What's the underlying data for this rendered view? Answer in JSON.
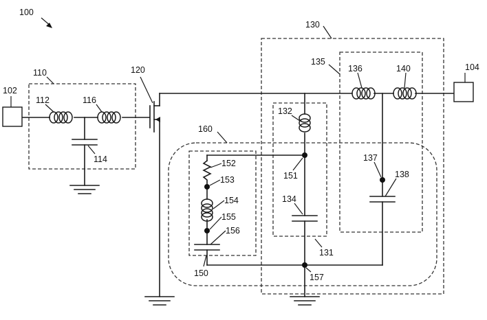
{
  "figure": {
    "label": "100",
    "labels": {
      "l100": "100",
      "l102": "102",
      "l104": "104",
      "l110": "110",
      "l112": "112",
      "l114": "114",
      "l116": "116",
      "l120": "120",
      "l130": "130",
      "l131": "131",
      "l132": "132",
      "l134": "134",
      "l135": "135",
      "l136": "136",
      "l137": "137",
      "l138": "138",
      "l140": "140",
      "l150": "150",
      "l151": "151",
      "l152": "152",
      "l153": "153",
      "l154": "154",
      "l155": "155",
      "l156": "156",
      "l157": "157",
      "l160": "160"
    }
  }
}
